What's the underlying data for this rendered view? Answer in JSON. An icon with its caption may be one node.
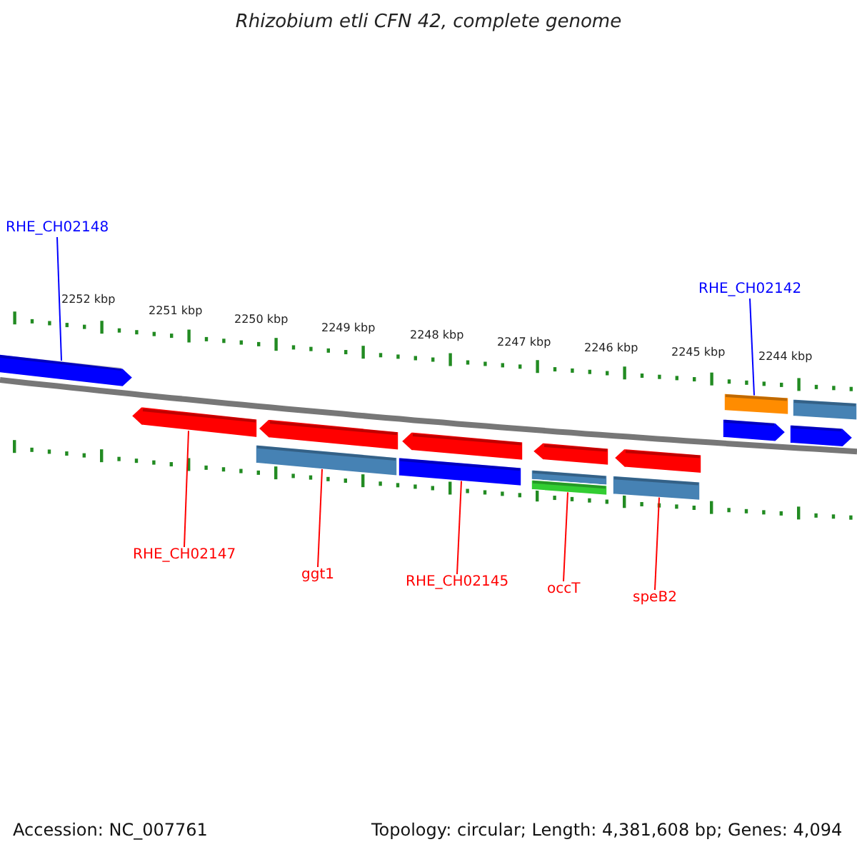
{
  "diagram": {
    "title": "Rhizobium etli CFN 42, complete genome",
    "nodes": [
      {
        "text": [
          "RHE_CH02148"
        ]
      },
      {
        "text": [],
        "shape": "arrow"
      },
      {
        "text": [
          "RHE_CH02142"
        ]
      },
      {
        "text": [],
        "shape": "bar"
      },
      {
        "text": [],
        "shape": "bar"
      },
      {
        "text": [],
        "shape": "arrow"
      },
      {
        "text": [],
        "shape": "arrow"
      },
      {
        "text": [],
        "shape": "arrow"
      },
      {
        "text": [],
        "shape": "arrow"
      },
      {
        "text": [],
        "shape": "arrow"
      },
      {
        "text": [],
        "shape": "arrow"
      },
      {
        "text": [],
        "shape": "arrow"
      },
      {
        "text": [],
        "shape": "bar"
      },
      {
        "text": [],
        "shape": "bar"
      },
      {
        "text": [],
        "shape": "bar"
      },
      {
        "text": [],
        "shape": "bar"
      },
      {
        "text": [],
        "shape": "bar"
      },
      {
        "text": [
          "RHE_CH02147"
        ]
      },
      {
        "text": [
          "ggt1"
        ]
      },
      {
        "text": [
          "RHE_CH02145"
        ]
      },
      {
        "text": [
          "occT"
        ]
      },
      {
        "text": [
          "speB2"
        ]
      }
    ],
    "edges": [
      {
        "from": 0,
        "to": 1,
        "arrow": "none",
        "color": "#0000ff"
      },
      {
        "from": 2,
        "to": 3,
        "arrow": "none",
        "color": "#0000ff"
      },
      {
        "from": 17,
        "to": 7,
        "arrow": "none"
      },
      {
        "from": 18,
        "to": 12,
        "arrow": "none"
      },
      {
        "from": 19,
        "to": 13,
        "arrow": "none"
      },
      {
        "from": 20,
        "to": 15,
        "arrow": "none"
      },
      {
        "from": 21,
        "to": 16,
        "arrow": "none"
      }
    ],
    "labels": [
      "2252 kbp",
      "2251 kbp",
      "2250 kbp",
      "2249 kbp",
      "2248 kbp",
      "2247 kbp",
      "2246 kbp",
      "2245 kbp",
      "2244 kbp",
      "Accession: NC_007761",
      "Topology: circular; Length: 4,381,608 bp; Genes: 4,094"
    ]
  }
}
